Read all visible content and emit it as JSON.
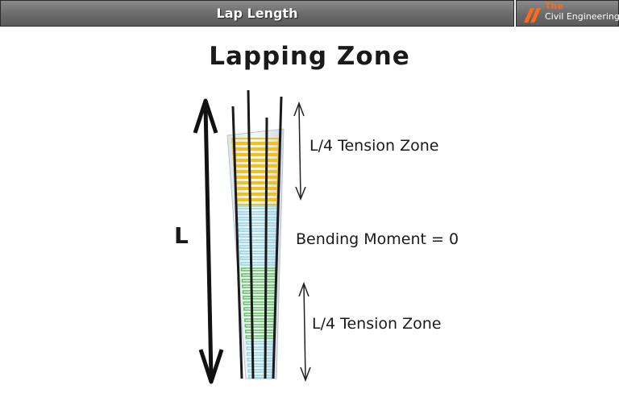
{
  "header": {
    "title": "Lap Length",
    "logo_the": "The",
    "logo_name": "Civil Engineering"
  },
  "diagram": {
    "title": "Lapping Zone",
    "overall_label": "L",
    "top_zone_label": "L/4  Tension Zone",
    "middle_label": "Bending Moment = 0",
    "bottom_zone_label": "L/4  Tension Zone"
  },
  "colors": {
    "header_bg": "#6e6e6e",
    "logo_accent": "#ff6a1a",
    "stirrup_top": "#f2c21a",
    "stirrup_mid": "#8fd6e8",
    "stirrup_low": "#5ec45a",
    "column_fill": "#e6eef2"
  },
  "icons": [
    "double-arrow-icon",
    "logo-stripes-icon"
  ]
}
